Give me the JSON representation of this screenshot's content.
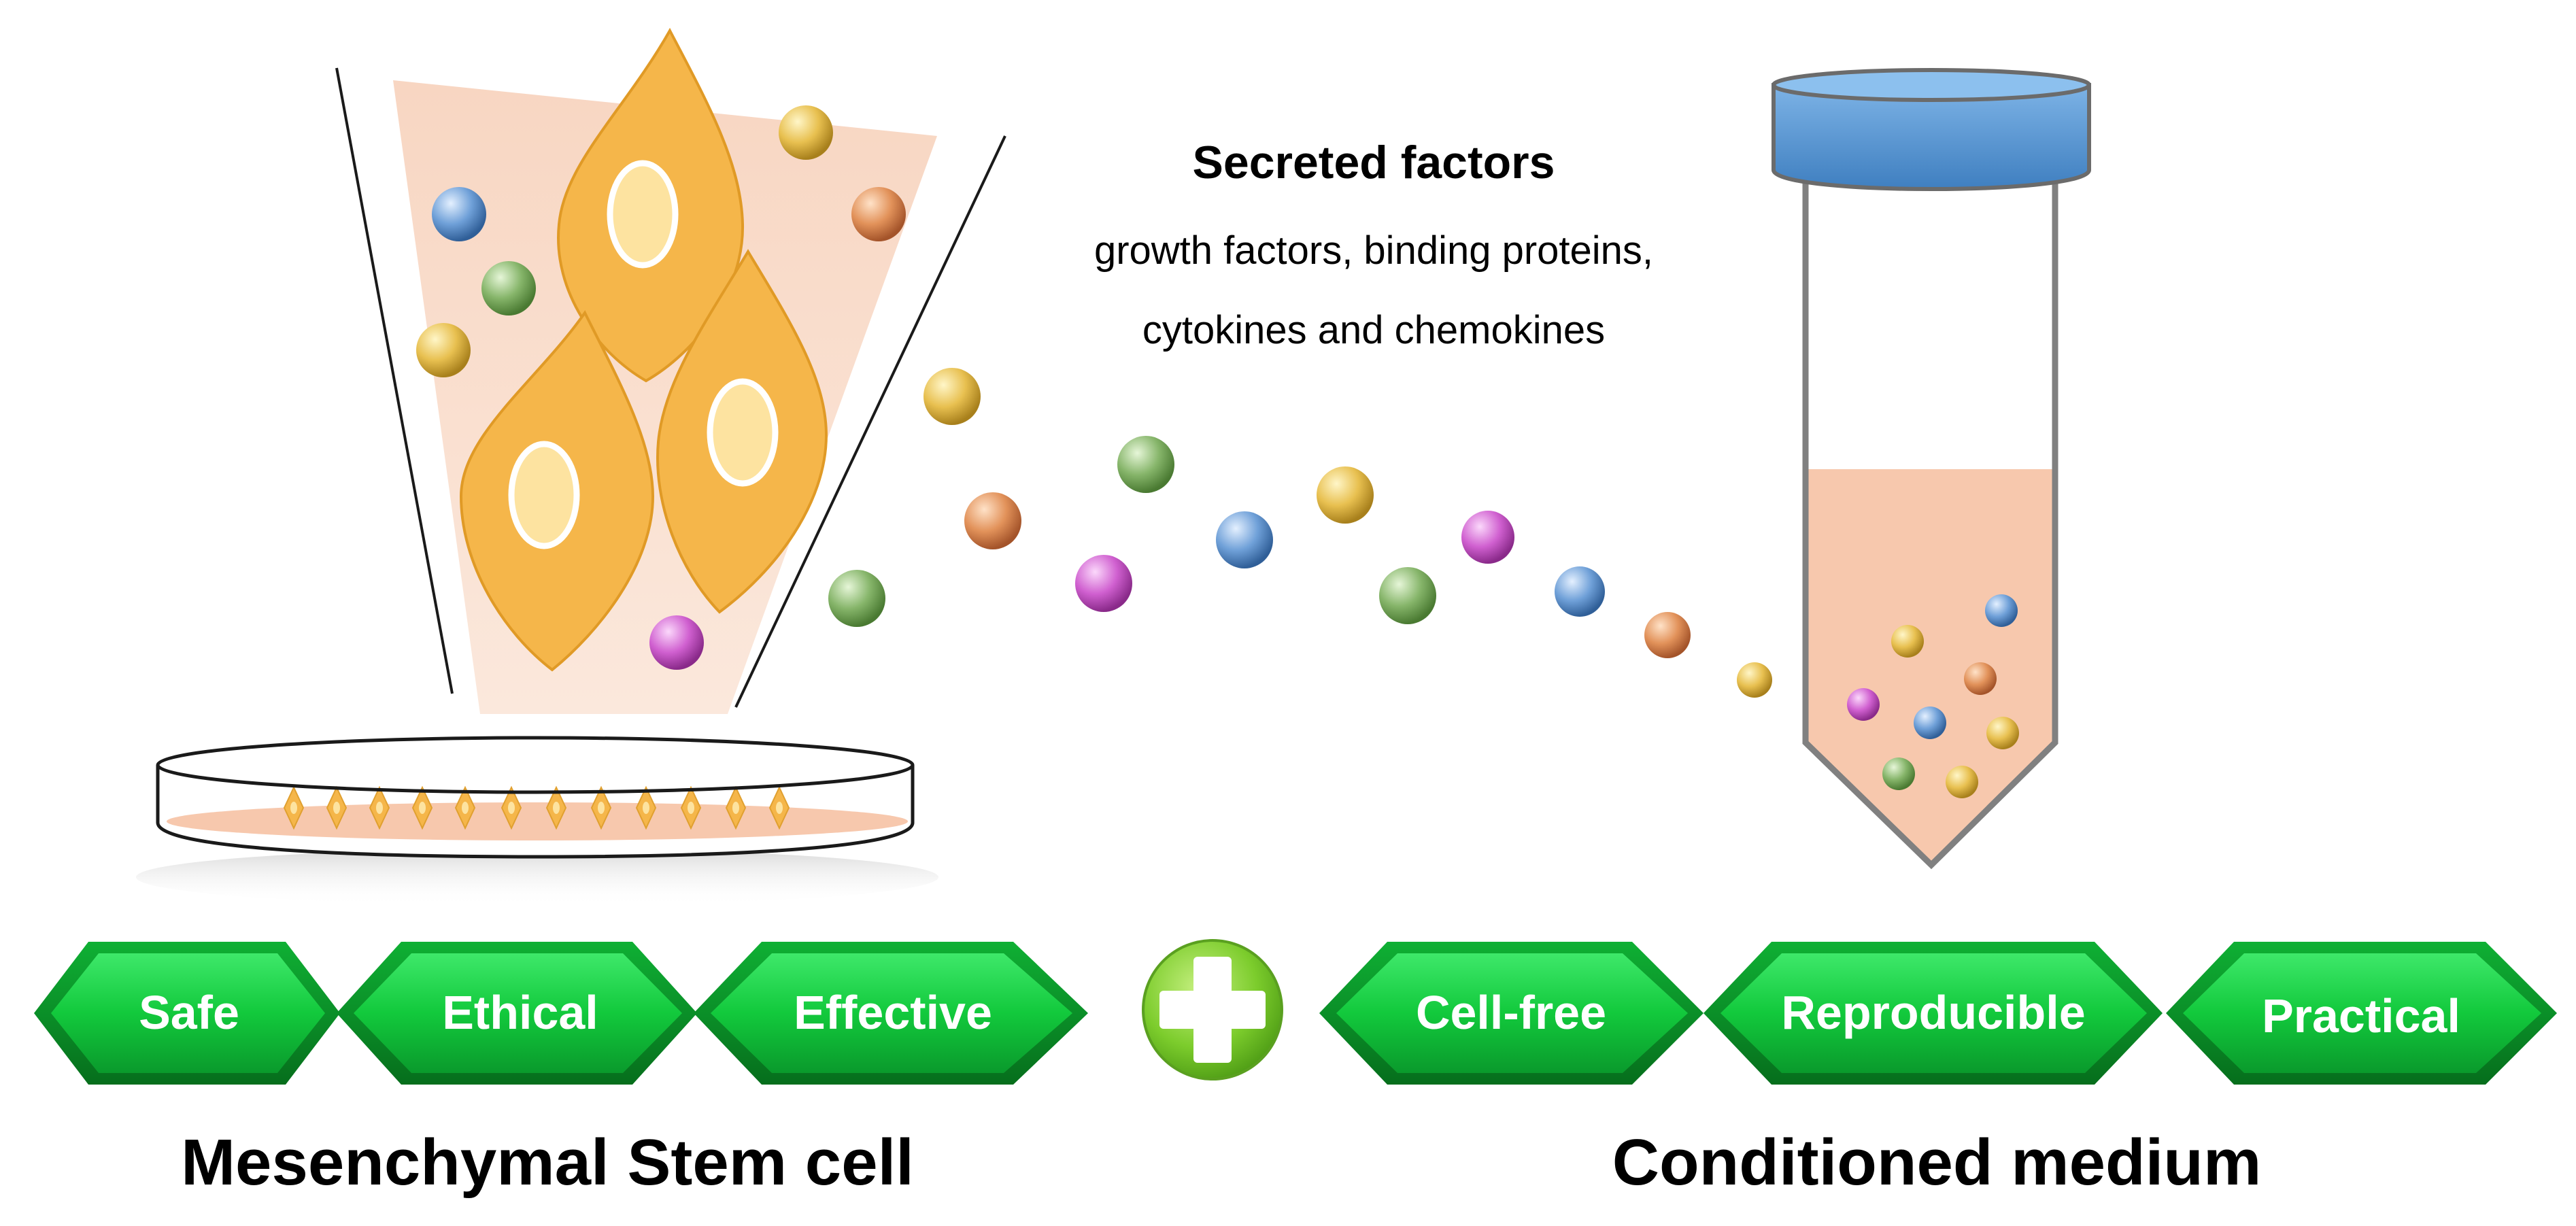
{
  "secreted": {
    "title": "Secreted factors",
    "line1": "growth factors, binding proteins,",
    "line2": "cytokines and chemokines"
  },
  "msc": {
    "badges": [
      "Safe",
      "Ethical",
      "Effective"
    ],
    "caption": "Mesenchymal Stem cell"
  },
  "cm": {
    "badges": [
      "Cell-free",
      "Reproducible",
      "Practical"
    ],
    "caption": "Conditioned medium"
  },
  "colors": {
    "badge_green": "#12c93c",
    "badge_dark": "#0a8a28",
    "plus_green": "#7ccc2c",
    "cell_orange": "#f5b64a",
    "nucleus": "#fde3a0",
    "medium_peach": "#f7c8ad",
    "tube_cap_blue": "#5b9bd5",
    "factor_yellow": "#e8c050",
    "factor_blue": "#6fa0d8",
    "factor_green": "#86b56a",
    "factor_orange": "#e2925a",
    "factor_magenta": "#d060d0"
  }
}
